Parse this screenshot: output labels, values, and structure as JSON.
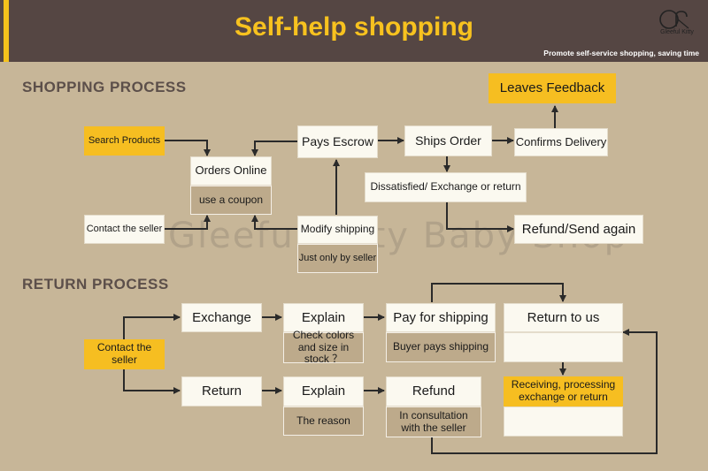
{
  "header": {
    "title": "Self-help shopping",
    "tagline": "Promote self-service shopping, saving time",
    "logo_text": "Gleeful Kitty",
    "accent_color": "#f5c21c",
    "bg_color": "#554643"
  },
  "watermark": "Gleeful Kitty Baby Shop",
  "shopping": {
    "heading": "SHOPPING PROCESS",
    "search_products": "Search Products",
    "contact_seller": "Contact the seller",
    "orders_online": "Orders Online",
    "use_coupon": "use a coupon",
    "pays_escrow": "Pays Escrow",
    "modify_shipping": "Modify shipping",
    "just_only_by_seller": "Just only by seller",
    "ships_order": "Ships Order",
    "confirms_delivery": "Confirms Delivery",
    "leaves_feedback": "Leaves Feedback",
    "dissatisfied": "Dissatisfied/ Exchange or return",
    "refund_send_again": "Refund/Send again"
  },
  "returns": {
    "heading": "RETURN PROCESS",
    "contact_seller": "Contact the seller",
    "exchange": "Exchange",
    "return": "Return",
    "explain_1": "Explain",
    "check_colors": "Check colors and size in stock ？",
    "explain_2": "Explain",
    "the_reason": "The reason",
    "pay_for_shipping": "Pay for shipping",
    "buyer_pays_shipping": "Buyer pays shipping",
    "refund": "Refund",
    "in_consultation": "In consultation with the seller",
    "return_to_us": "Return to us",
    "receiving": "Receiving, processing exchange or return"
  }
}
